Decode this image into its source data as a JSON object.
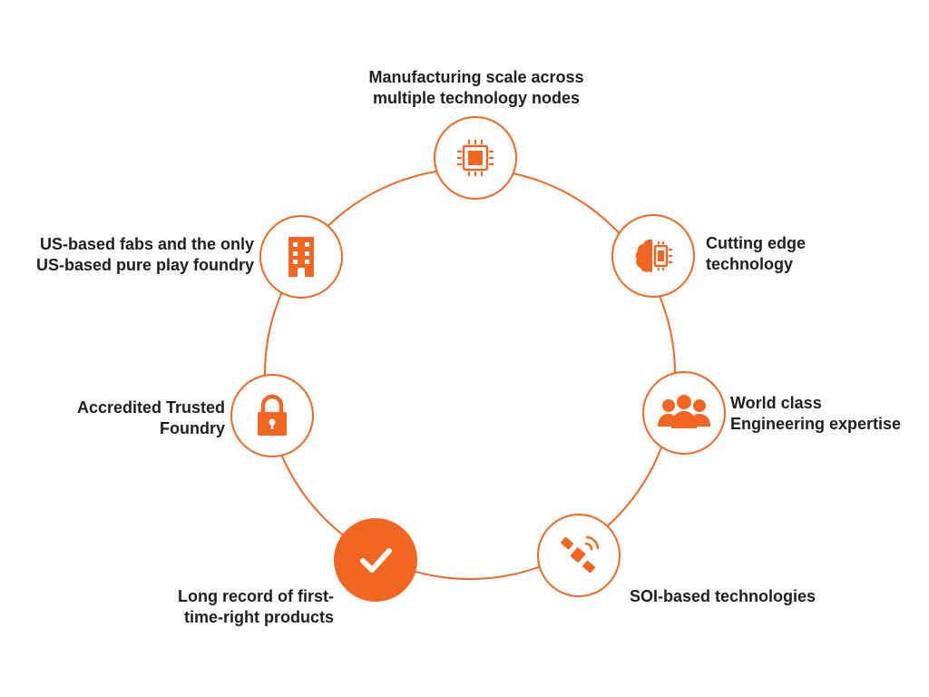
{
  "colors": {
    "accent": "#f26522",
    "text": "#1f1f1f",
    "background": "#ffffff"
  },
  "items": [
    {
      "label": "Manufacturing scale across\nmultiple technology nodes",
      "icon": "chip-icon",
      "filled": false
    },
    {
      "label": "Cutting edge\ntechnology",
      "icon": "brain-chip-icon",
      "filled": false
    },
    {
      "label": "World class\nEngineering expertise",
      "icon": "team-icon",
      "filled": false
    },
    {
      "label": "SOI-based technologies",
      "icon": "satellite-icon",
      "filled": false
    },
    {
      "label": "Long record of first-\ntime-right products",
      "icon": "checkmark-icon",
      "filled": true
    },
    {
      "label": "Accredited Trusted\nFoundry",
      "icon": "padlock-icon",
      "filled": false
    },
    {
      "label": "US-based fabs and the only\nUS-based pure play foundry",
      "icon": "building-icon",
      "filled": false
    }
  ]
}
